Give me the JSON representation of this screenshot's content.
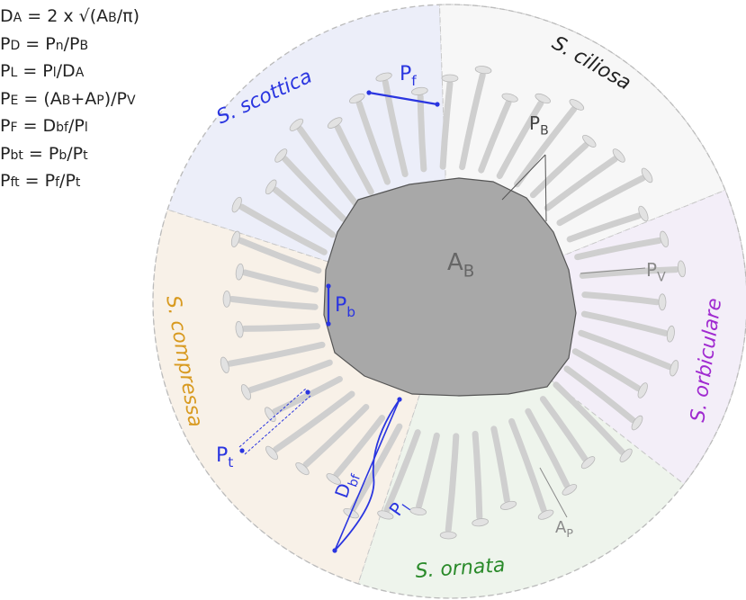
{
  "formulas": [
    {
      "a": "D",
      "a_sub": "A",
      "rest": " = 2 x √(A",
      "r_sub": "B",
      "tail": "/π)"
    },
    {
      "a": "P",
      "a_sub": "D",
      "rest": " = P",
      "r_sub": "n",
      "tail": "/P",
      "t_sub": "B"
    },
    {
      "a": "P",
      "a_sub": "L",
      "rest": " = P",
      "r_sub": "l",
      "tail": "/D",
      "t_sub": "A"
    },
    {
      "a": "P",
      "a_sub": "E",
      "rest": " = (A",
      "r_sub": "B",
      "tail": "+A",
      "t_sub": "P",
      "end": ")/P",
      "e_sub": "V"
    },
    {
      "a": "P",
      "a_sub": "F",
      "rest": " = D",
      "r_sub": "bf",
      "tail": "/P",
      "t_sub": "l"
    },
    {
      "a": "P",
      "a_sub": "bt",
      "rest": " = P",
      "r_sub": "b",
      "tail": "/P",
      "t_sub": "t"
    },
    {
      "a": "P",
      "a_sub": "ft",
      "rest": " = P",
      "r_sub": "f",
      "tail": "/P",
      "t_sub": "t"
    }
  ],
  "sectors": {
    "scottica": {
      "text": "S. scottica",
      "color": "#2a35e0",
      "fill": "#eceef9"
    },
    "ciliosa": {
      "text": "S. ciliosa",
      "color": "#222222",
      "fill": "#f7f7f7"
    },
    "orbiculare": {
      "text": "S. orbiculare",
      "color": "#a02ad0",
      "fill": "#f3eef8"
    },
    "ornata": {
      "text": "S. ornata",
      "color": "#2a8a2a",
      "fill": "#eef4ec"
    },
    "compressa": {
      "text": "S. compressa",
      "color": "#d89a20",
      "fill": "#f8f1e8"
    }
  },
  "labels": {
    "AB": {
      "main": "A",
      "sub": "B"
    },
    "PB": {
      "main": "P",
      "sub": "B"
    },
    "PV": {
      "main": "P",
      "sub": "V"
    },
    "AP": {
      "main": "A",
      "sub": "P"
    },
    "Pf": {
      "main": "P",
      "sub": "f"
    },
    "Pb": {
      "main": "P",
      "sub": "b"
    },
    "Pt": {
      "main": "P",
      "sub": "t"
    },
    "Dbf": {
      "main": "D",
      "sub": "bf"
    },
    "Pl": {
      "main": "P",
      "sub": "l"
    }
  },
  "colors": {
    "blue_annotation": "#2a35e0",
    "body": "#a8a8a8",
    "spicules": "#d8d8d8",
    "label_gray": "#8a8a8a"
  }
}
